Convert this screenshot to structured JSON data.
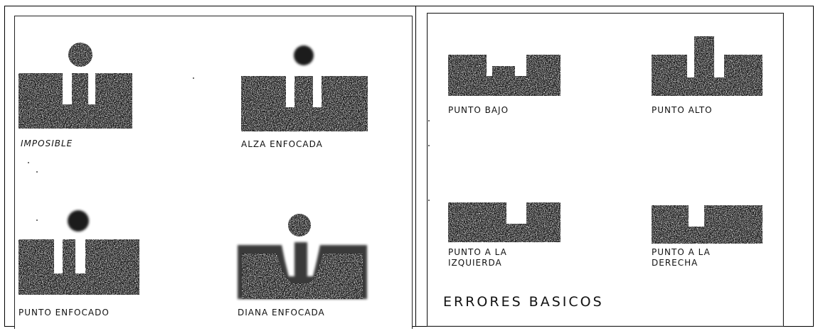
{
  "left_panel": {
    "labels": {
      "imposible": "IMPOSIBLE",
      "alza_enfocada": "ALZA ENFOCADA",
      "punto_enfocado": "PUNTO ENFOCADO",
      "diana_enfocada": "DIANA ENFOCADA"
    }
  },
  "right_panel": {
    "labels": {
      "punto_bajo": "PUNTO BAJO",
      "punto_alto": "PUNTO ALTO",
      "punto_izquierda_line1": "PUNTO A LA",
      "punto_izquierda_line2": "IZQUIERDA",
      "punto_derecha_line1": "PUNTO A LA",
      "punto_derecha_line2": "DERECHA"
    },
    "title": "ERRORES BASICOS"
  },
  "colors": {
    "ink": "#1a1a1a",
    "paper": "#ffffff"
  }
}
